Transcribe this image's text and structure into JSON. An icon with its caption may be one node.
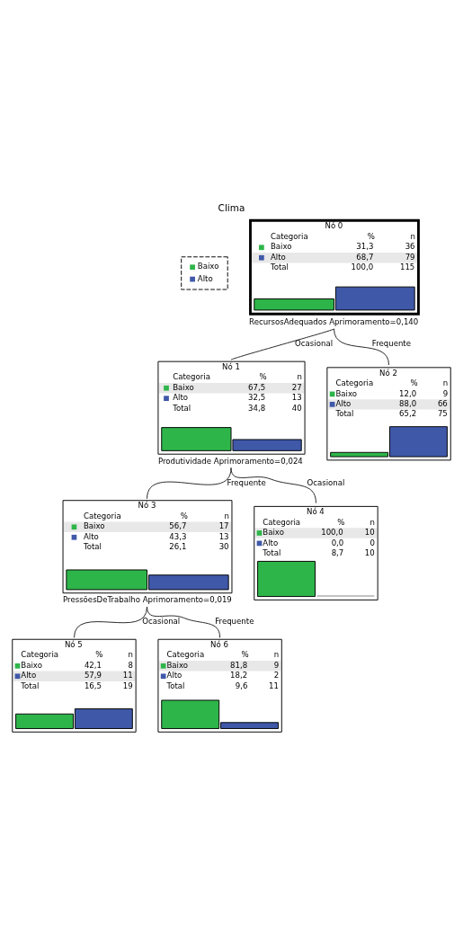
{
  "diagram": {
    "title": "Clima",
    "nodes": [
      {
        "text": [
          "Nó 0",
          "Categoria",
          "%",
          "n",
          "Baixo",
          "31,3",
          "36",
          "Alto",
          "68,7",
          "79",
          "Total",
          "100,0",
          "115"
        ],
        "beside": [
          "RecursosAdequados Aprimoramento=0,140"
        ]
      },
      {
        "text": [
          "Nó 1",
          "Categoria",
          "%",
          "n",
          "Baixo",
          "67,5",
          "27",
          "Alto",
          "32,5",
          "13",
          "Total",
          "34,8",
          "40"
        ],
        "beside": [
          "Produtividade Aprimoramento=0,024"
        ]
      },
      {
        "text": [
          "Nó 2",
          "Categoria",
          "%",
          "n",
          "Baixo",
          "12,0",
          "9",
          "Alto",
          "88,0",
          "66",
          "Total",
          "65,2",
          "75"
        ]
      },
      {
        "text": [
          "Nó 3",
          "Categoria",
          "%",
          "n",
          "Baixo",
          "56,7",
          "17",
          "Alto",
          "43,3",
          "13",
          "Total",
          "26,1",
          "30"
        ],
        "beside": [
          "PressõesDeTrabalho Aprimoramento=0,019"
        ]
      },
      {
        "text": [
          "Nó 4",
          "Categoria",
          "%",
          "n",
          "Baixo",
          "100,0",
          "10",
          "Alto",
          "0,0",
          "0",
          "Total",
          "8,7",
          "10"
        ]
      },
      {
        "text": [
          "Nó 5",
          "Categoria",
          "%",
          "n",
          "Baixo",
          "42,1",
          "8",
          "Alto",
          "57,9",
          "11",
          "Total",
          "16,5",
          "19"
        ]
      },
      {
        "text": [
          "Nó 6",
          "Categoria",
          "%",
          "n",
          "Baixo",
          "81,8",
          "9",
          "Alto",
          "18,2",
          "2",
          "Total",
          "9,6",
          "11"
        ]
      }
    ],
    "edges": [
      {
        "from": 0,
        "to": 1,
        "arrow": "none",
        "label": "Ocasional"
      },
      {
        "from": 0,
        "to": 2,
        "arrow": "none",
        "label": "Frequente"
      },
      {
        "from": 1,
        "to": 3,
        "arrow": "none",
        "label": "Frequente"
      },
      {
        "from": 1,
        "to": 4,
        "arrow": "none",
        "label": "Ocasional"
      },
      {
        "from": 3,
        "to": 5,
        "arrow": "none",
        "label": "Ocasional"
      },
      {
        "from": 3,
        "to": 6,
        "arrow": "none",
        "label": "Frequente"
      }
    ],
    "legend": [
      {
        "text": "Baixo",
        "color": "#2eb54a"
      },
      {
        "text": "Alto",
        "color": "#3f58a8"
      }
    ]
  }
}
